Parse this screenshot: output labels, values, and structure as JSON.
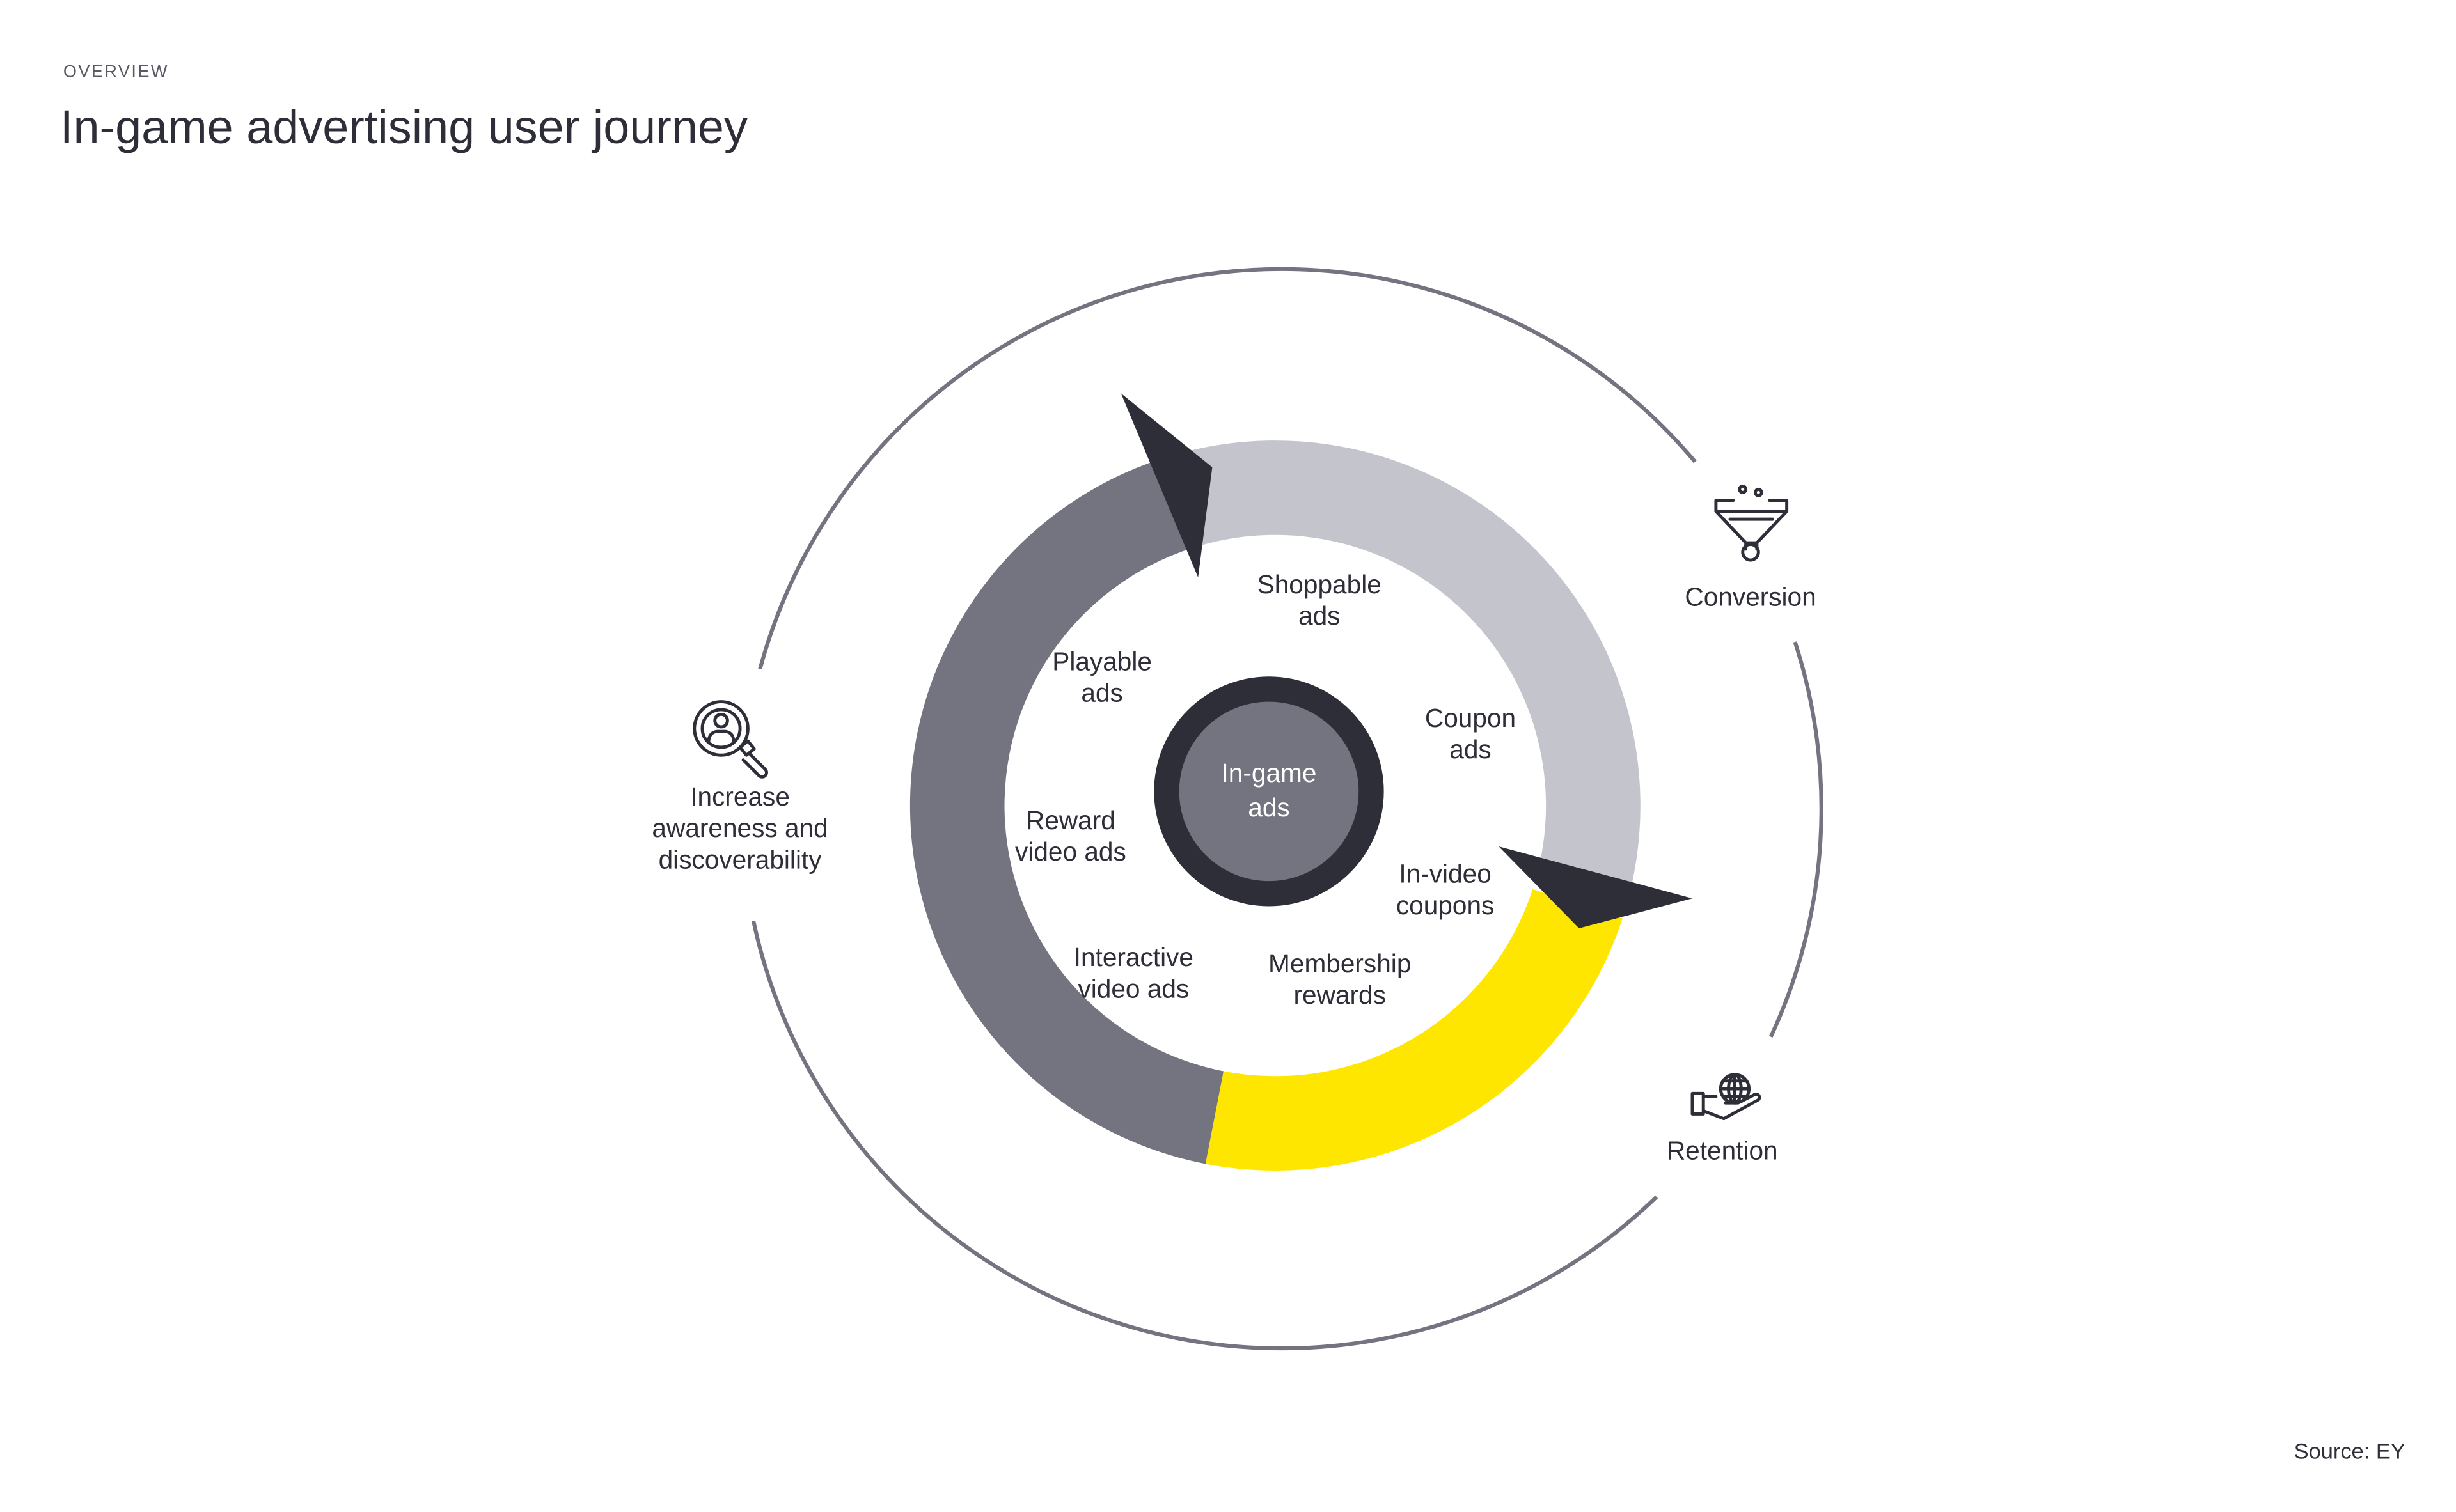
{
  "header": {
    "eyebrow": "OVERVIEW",
    "title": "In-game advertising user journey"
  },
  "center": {
    "line1": "In-game",
    "line2": "ads"
  },
  "ring_items": {
    "shoppable": [
      "Shoppable",
      "ads"
    ],
    "playable": [
      "Playable",
      "ads"
    ],
    "coupon": [
      "Coupon",
      "ads"
    ],
    "reward": [
      "Reward",
      "video ads"
    ],
    "invideo": [
      "In-video",
      "coupons"
    ],
    "interactive": [
      "Interactive",
      "video ads"
    ],
    "membership": [
      "Membership",
      "rewards"
    ]
  },
  "stages": {
    "awareness": {
      "icon": "magnifier-person-icon",
      "lines": [
        "Increase",
        "awareness and",
        "discoverability"
      ]
    },
    "conversion": {
      "icon": "funnel-icon",
      "label": "Conversion"
    },
    "retention": {
      "icon": "hand-globe-icon",
      "label": "Retention"
    }
  },
  "source": "Source: EY",
  "colors": {
    "dark": "#2E2E38",
    "gray": "#747480",
    "light_gray": "#C4C4CD",
    "yellow": "#FFE600"
  }
}
